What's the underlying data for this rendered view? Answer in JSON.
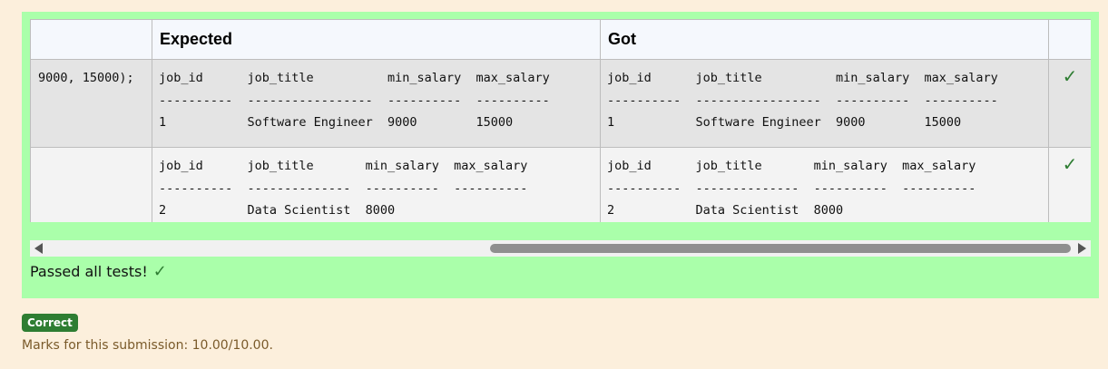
{
  "table": {
    "headers": {
      "col0": "",
      "expected": "Expected",
      "got": "Got",
      "status": ""
    },
    "rows": [
      {
        "input": "9000, 15000);",
        "expected": "job_id      job_title          min_salary  max_salary\n----------  -----------------  ----------  ----------\n1           Software Engineer  9000        15000",
        "got": "job_id      job_title          min_salary  max_salary\n----------  -----------------  ----------  ----------\n1           Software Engineer  9000        15000",
        "status": "✓"
      },
      {
        "input": "",
        "expected": "job_id      job_title       min_salary  max_salary\n----------  --------------  ----------  ----------\n2           Data Scientist  8000",
        "got": "job_id      job_title       min_salary  max_salary\n----------  --------------  ----------  ----------\n2           Data Scientist  8000",
        "status": "✓"
      }
    ]
  },
  "summary": {
    "passed_text": "Passed all tests!",
    "passed_icon": "✓"
  },
  "result": {
    "badge": "Correct",
    "marks": "Marks for this submission: 10.00/10.00."
  },
  "colors": {
    "pass_bg": "#aaffaa",
    "page_bg": "#fcefdc",
    "accent_green": "#2e7d32"
  }
}
